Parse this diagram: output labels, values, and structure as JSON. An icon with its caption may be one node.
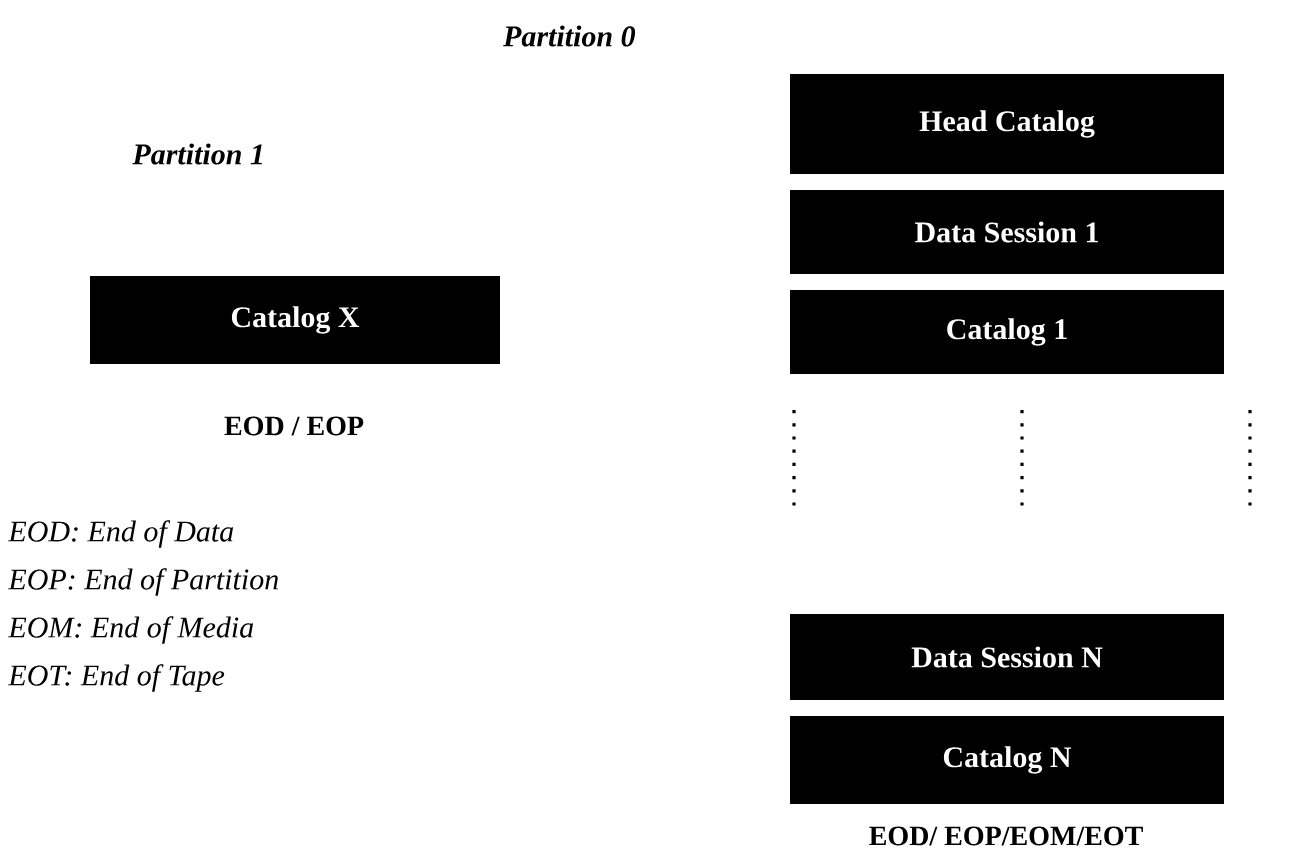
{
  "diagram": {
    "nodes": [
      {
        "text": [
          "Head Catalog"
        ]
      },
      {
        "text": [
          "Data Session 1"
        ]
      },
      {
        "text": [
          "Catalog 1"
        ]
      },
      {
        "text": [
          "Data Session N"
        ]
      },
      {
        "text": [
          "Catalog N"
        ]
      },
      {
        "text": [
          "Catalog X"
        ]
      }
    ],
    "labels": [
      "Partition 0",
      "Partition 1",
      "EOD / EOP",
      "EOD: End of Data",
      "EOP: End of Partition",
      "EOM: End of Media",
      "EOT: End of Tape",
      "EOD/ EOP/EOM/EOT"
    ]
  }
}
